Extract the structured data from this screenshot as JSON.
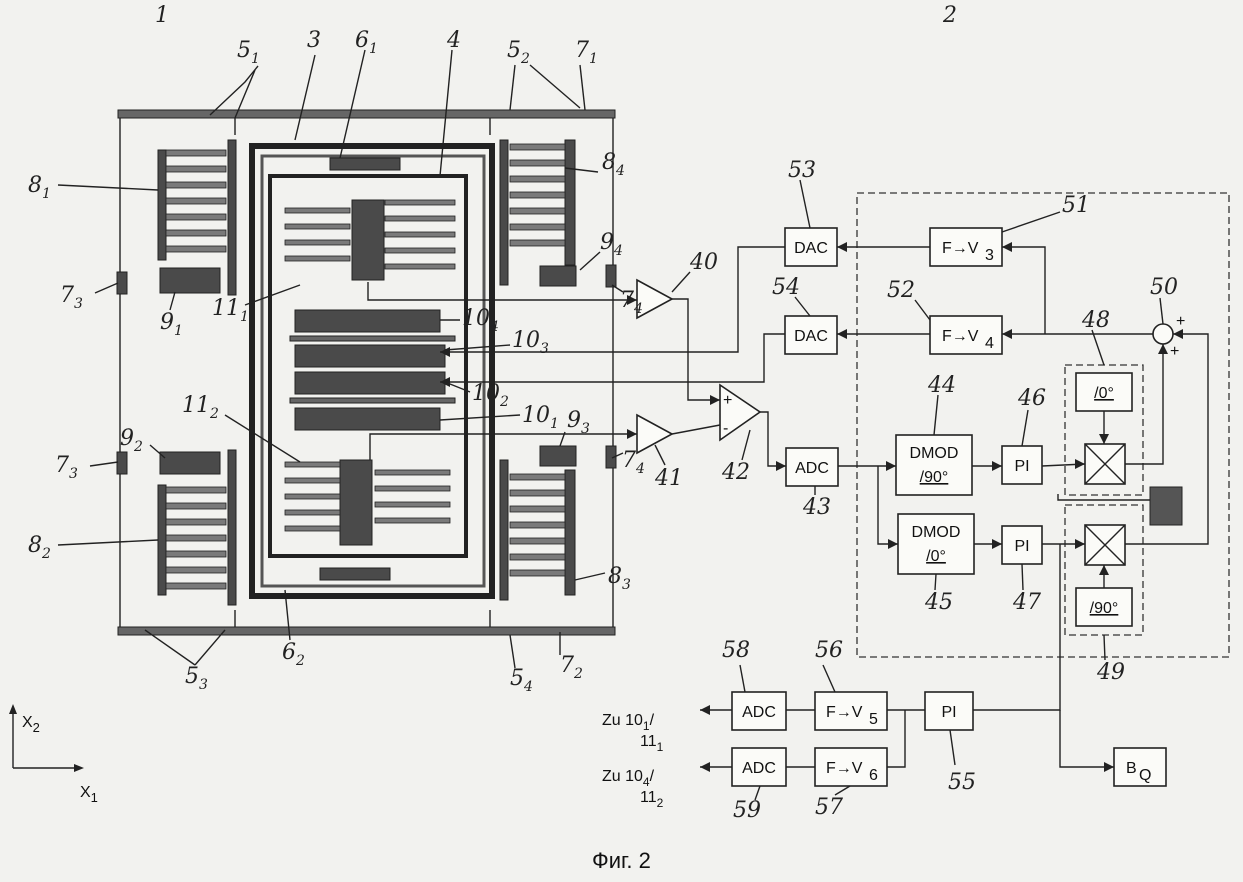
{
  "caption": "Фиг. 2",
  "blocks": {
    "dac1": "DAC",
    "dac2": "DAC",
    "fv3": "F→V",
    "fv3_sub": "3",
    "fv4": "F→V",
    "fv4_sub": "4",
    "adc_main": "ADC",
    "dmod90_top": "DMOD",
    "dmod90_bottom": "/90°",
    "dmod0_top": "DMOD",
    "dmod0_bottom": "/0°",
    "pi1": "PI",
    "pi2": "PI",
    "phase0": "/0°",
    "phase90": "/90°",
    "adc58": "ADC",
    "adc59": "ADC",
    "fv5": "F→V",
    "fv5_sub": "5",
    "fv6": "F→V",
    "fv6_sub": "6",
    "pi55": "PI",
    "bq": "B",
    "bq_sub": "Q"
  },
  "outputs": {
    "zu1_main": "Zu 10",
    "zu1_sub": "1",
    "zu1_sep": "/",
    "zu1_line2": "11",
    "zu1_line2_sub": "1",
    "zu2_main": "Zu 10",
    "zu2_sub": "4",
    "zu2_sep": "/",
    "zu2_line2": "11",
    "zu2_line2_sub": "2"
  },
  "axes": {
    "x1": "X",
    "x1_sub": "1",
    "x2": "X",
    "x2_sub": "2"
  },
  "ref_labels": [
    {
      "id": "r1",
      "text": "1",
      "sub": ""
    },
    {
      "id": "r2",
      "text": "2",
      "sub": ""
    },
    {
      "id": "r3",
      "text": "3",
      "sub": ""
    },
    {
      "id": "r4",
      "text": "4",
      "sub": ""
    },
    {
      "id": "r51",
      "text": "5",
      "sub": "1"
    },
    {
      "id": "r52",
      "text": "5",
      "sub": "2"
    },
    {
      "id": "r53",
      "text": "5",
      "sub": "3"
    },
    {
      "id": "r54",
      "text": "5",
      "sub": "4"
    },
    {
      "id": "r61",
      "text": "6",
      "sub": "1"
    },
    {
      "id": "r62",
      "text": "6",
      "sub": "2"
    },
    {
      "id": "r71",
      "text": "7",
      "sub": "1"
    },
    {
      "id": "r72",
      "text": "7",
      "sub": "2"
    },
    {
      "id": "r73a",
      "text": "7",
      "sub": "3"
    },
    {
      "id": "r73b",
      "text": "7",
      "sub": "3"
    },
    {
      "id": "r74a",
      "text": "7",
      "sub": "4"
    },
    {
      "id": "r74b",
      "text": "7",
      "sub": "4"
    },
    {
      "id": "r81",
      "text": "8",
      "sub": "1"
    },
    {
      "id": "r82",
      "text": "8",
      "sub": "2"
    },
    {
      "id": "r83",
      "text": "8",
      "sub": "3"
    },
    {
      "id": "r84",
      "text": "8",
      "sub": "4"
    },
    {
      "id": "r91",
      "text": "9",
      "sub": "1"
    },
    {
      "id": "r92",
      "text": "9",
      "sub": "2"
    },
    {
      "id": "r93",
      "text": "9",
      "sub": "3"
    },
    {
      "id": "r94",
      "text": "9",
      "sub": "4"
    },
    {
      "id": "r101",
      "text": "10",
      "sub": "1"
    },
    {
      "id": "r102",
      "text": "10",
      "sub": "2"
    },
    {
      "id": "r103",
      "text": "10",
      "sub": "3"
    },
    {
      "id": "r104",
      "text": "10",
      "sub": "4"
    },
    {
      "id": "r111",
      "text": "11",
      "sub": "1"
    },
    {
      "id": "r112",
      "text": "11",
      "sub": "2"
    },
    {
      "id": "r40",
      "text": "40",
      "sub": ""
    },
    {
      "id": "r41",
      "text": "41",
      "sub": ""
    },
    {
      "id": "r42",
      "text": "42",
      "sub": ""
    },
    {
      "id": "r43",
      "text": "43",
      "sub": ""
    },
    {
      "id": "r44",
      "text": "44",
      "sub": ""
    },
    {
      "id": "r45",
      "text": "45",
      "sub": ""
    },
    {
      "id": "r46",
      "text": "46",
      "sub": ""
    },
    {
      "id": "r47",
      "text": "47",
      "sub": ""
    },
    {
      "id": "r48",
      "text": "48",
      "sub": ""
    },
    {
      "id": "r49",
      "text": "49",
      "sub": ""
    },
    {
      "id": "r50",
      "text": "50",
      "sub": ""
    },
    {
      "id": "r51b",
      "text": "51",
      "sub": ""
    },
    {
      "id": "r52b",
      "text": "52",
      "sub": ""
    },
    {
      "id": "r53b",
      "text": "53",
      "sub": ""
    },
    {
      "id": "r54b",
      "text": "54",
      "sub": ""
    },
    {
      "id": "r55",
      "text": "55",
      "sub": ""
    },
    {
      "id": "r56",
      "text": "56",
      "sub": ""
    },
    {
      "id": "r57",
      "text": "57",
      "sub": ""
    },
    {
      "id": "r58",
      "text": "58",
      "sub": ""
    },
    {
      "id": "r59",
      "text": "59",
      "sub": ""
    }
  ],
  "signs": {
    "plus1": "+",
    "plus2": "+",
    "minus": "-",
    "plus3": "+",
    "plus4": "+"
  }
}
